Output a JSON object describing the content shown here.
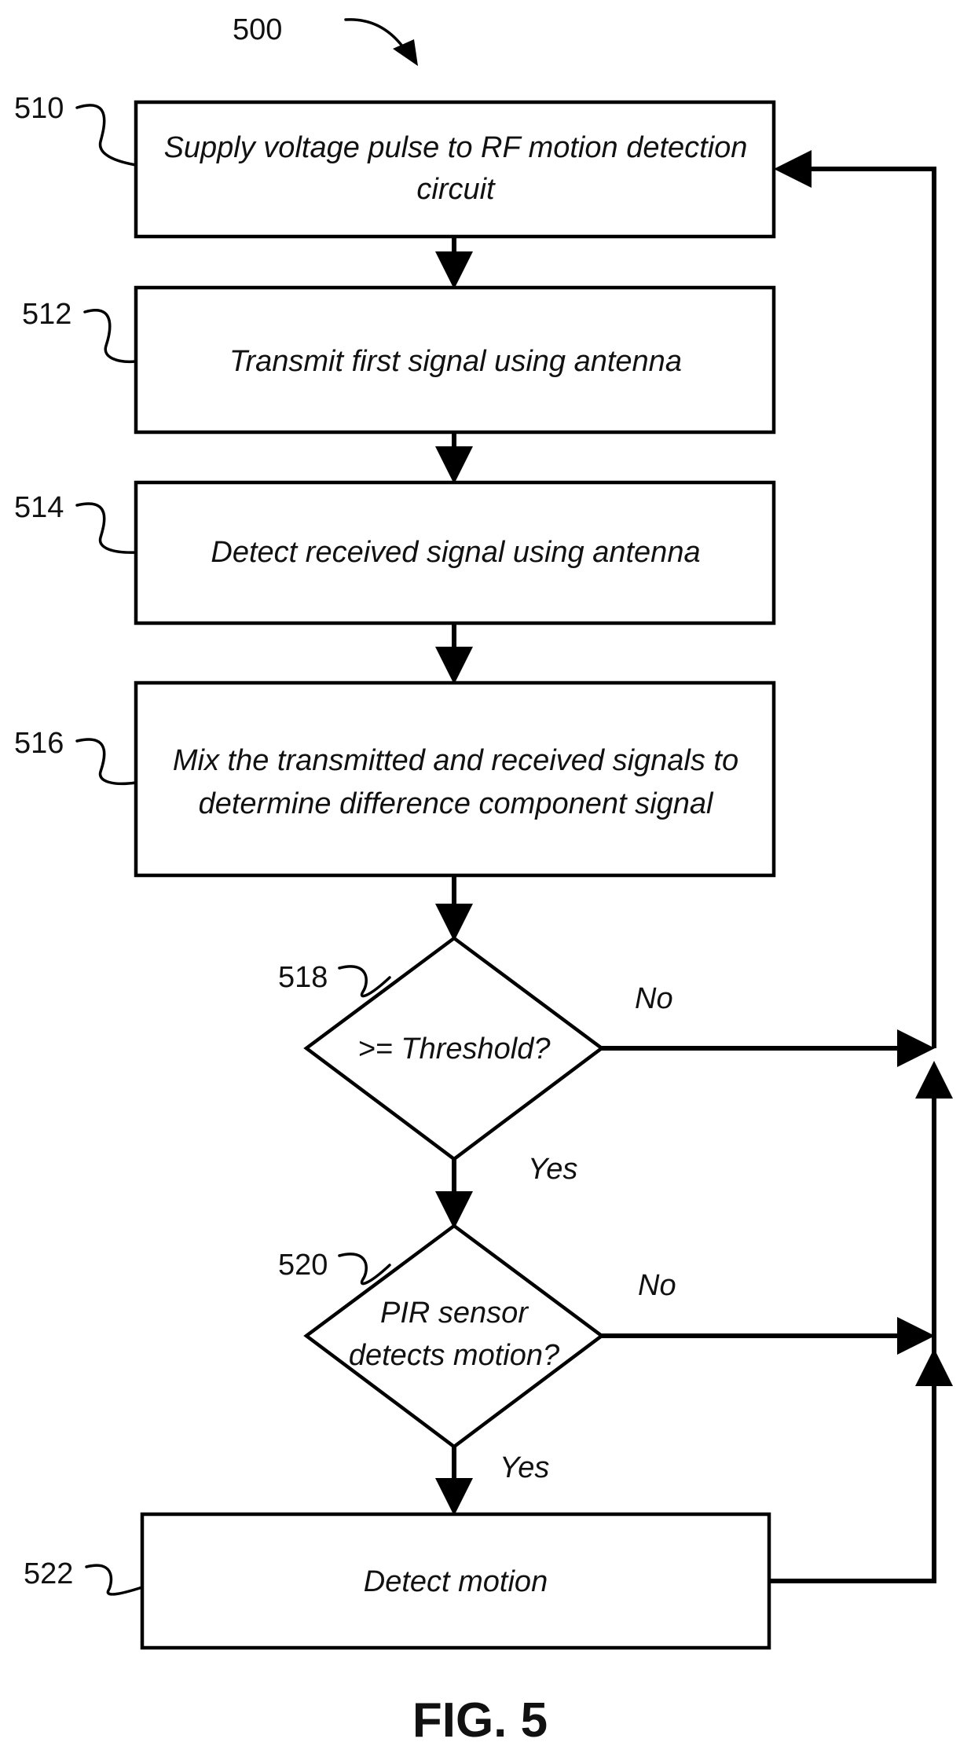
{
  "figure": {
    "number": "500",
    "caption": "FIG. 5"
  },
  "steps": {
    "s510": {
      "ref": "510",
      "line1": "Supply voltage pulse to RF motion detection",
      "line2": "circuit"
    },
    "s512": {
      "ref": "512",
      "line1": "Transmit first signal using antenna"
    },
    "s514": {
      "ref": "514",
      "line1": "Detect received signal using antenna"
    },
    "s516": {
      "ref": "516",
      "line1": "Mix the transmitted and received signals to",
      "line2": "determine difference component signal"
    },
    "s522": {
      "ref": "522",
      "line1": "Detect motion"
    }
  },
  "decisions": {
    "d518": {
      "ref": "518",
      "line1": ">= Threshold?",
      "no_label": "No",
      "yes_label": "Yes"
    },
    "d520": {
      "ref": "520",
      "line1": "PIR sensor",
      "line2": "detects motion?",
      "no_label": "No",
      "yes_label": "Yes"
    }
  }
}
